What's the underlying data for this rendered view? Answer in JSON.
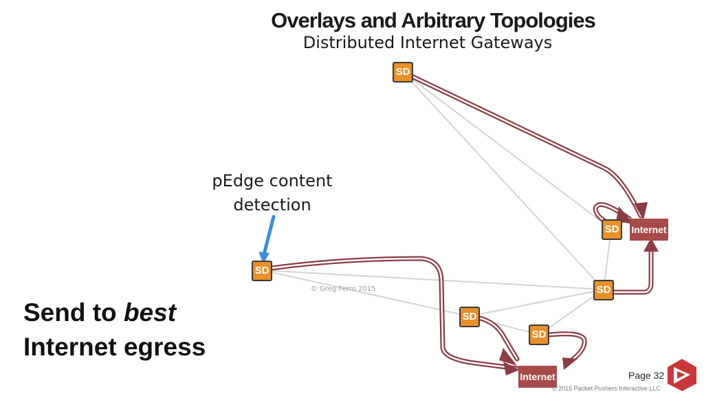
{
  "title": "Overlays and Arbitrary Topologies",
  "subtitle": "Distributed Internet Gateways",
  "callout": {
    "line1": "pEdge content",
    "line2": "detection"
  },
  "main_text": {
    "line1_prefix": "Send to ",
    "line1_emphasis": "best",
    "line2": "Internet egress"
  },
  "watermark": "© Greg Ferro 2015",
  "page_number": "Page 32",
  "footer": "© 2015 Packet Pushers Interactive LLC",
  "nodes": {
    "sd_label": "SD",
    "internet_label": "Internet"
  },
  "colors": {
    "sd_fill": "#e8902a",
    "internet_fill": "#a74a4a",
    "path_color": "#8a3d45",
    "link_color": "#d3d3d3",
    "callout_arrow": "#3d8ed6",
    "logo": "#c8383a"
  }
}
